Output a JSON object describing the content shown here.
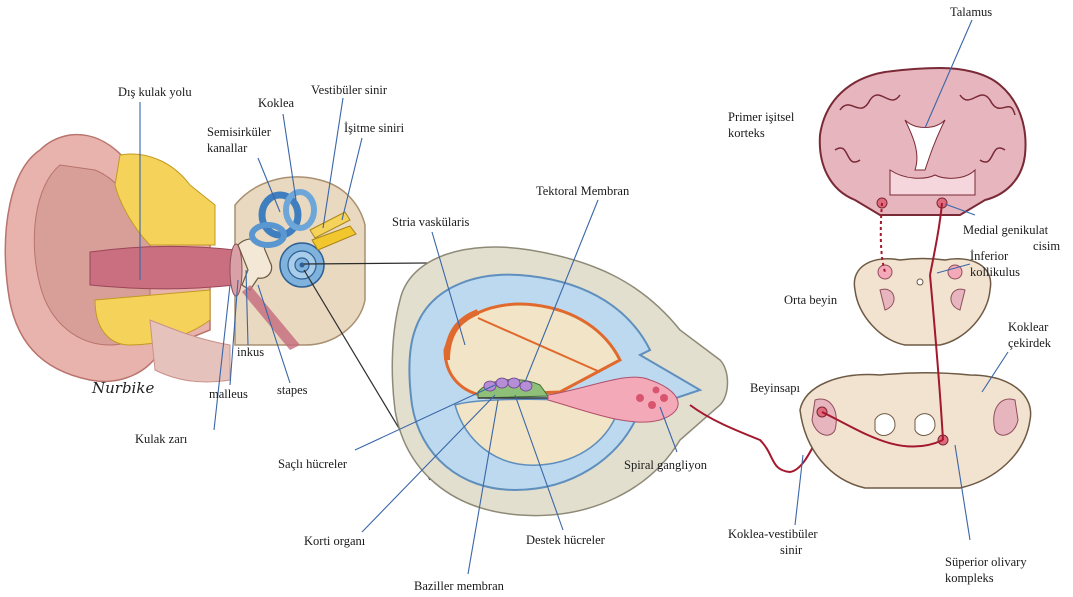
{
  "labels": {
    "dis_kulak_yolu": "Dış kulak yolu",
    "koklea": "Koklea",
    "vestibuler_sinir": "Vestibüler sinir",
    "semisirkuler_1": "Semisirküler",
    "semisirkuler_2": "kanallar",
    "isitme_siniri": "İşitme siniri",
    "inkus": "inkus",
    "malleus": "malleus",
    "stapes": "stapes",
    "kulak_zari": "Kulak zarı",
    "tektoral_membran": "Tektoral Membran",
    "stria_vaskularis": "Stria vaskülaris",
    "sacli_hucreler": "Saçlı hücreler",
    "korti_organi": "Korti organı",
    "destek_hucreler": "Destek hücreler",
    "baziller_membran": "Baziller membran",
    "spiral_gangliyon": "Spiral gangliyon",
    "beyinsapi": "Beyinsapı",
    "koklea_vestibuler_1": "Koklea-vestibüler",
    "koklea_vestibuler_2": "sinir",
    "talamus": "Talamus",
    "primer_1": "Primer işitsel",
    "primer_2": "korteks",
    "medial_1": "Medial genikulat",
    "medial_2": "cisim",
    "inferior_1": "İnferior",
    "inferior_2": "kollikulus",
    "orta_beyin": "Orta beyin",
    "koklear_1": "Koklear",
    "koklear_2": "çekirdek",
    "superior_1": "Süperior olivary",
    "superior_2": "kompleks"
  },
  "signature": "Nurbike",
  "colors": {
    "skin": "#e8b3ac",
    "skin_dark": "#d58f8a",
    "cartilage": "#f5d35a",
    "bone": "#e9d9c0",
    "cochlea_blue": "#7fb2dc",
    "fluid_blue": "#bcd9ef",
    "chamber": "#f2e4c6",
    "stria": "#e06a2e",
    "nerve_red": "#a3182c",
    "brain": "#e6b5bd",
    "brain_outline": "#7a2a36",
    "brainstem": "#f1e3cf",
    "label_line": "#3a66a8"
  }
}
